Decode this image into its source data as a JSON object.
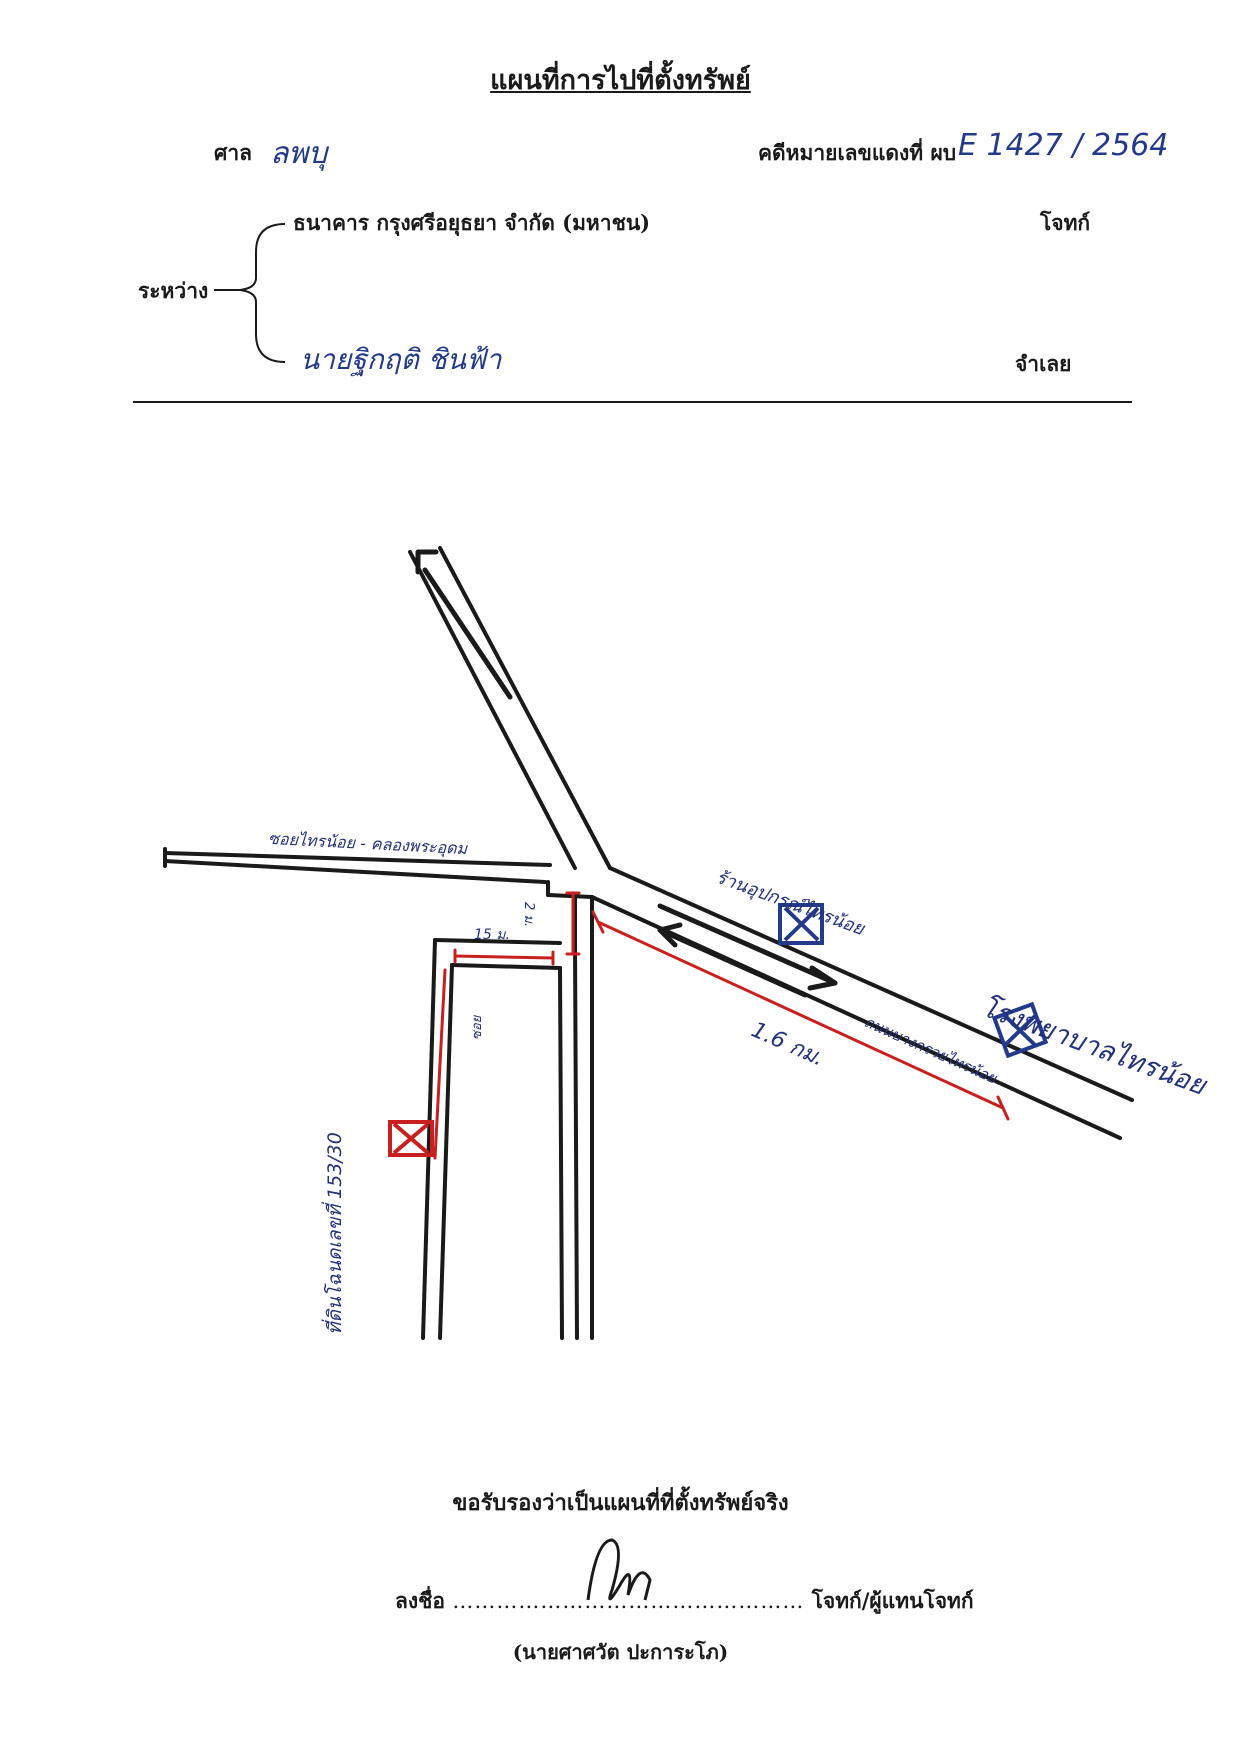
{
  "header": {
    "title": "แผนที่การไปที่ตั้งทรัพย์",
    "court_label": "ศาล",
    "court_value": "ลพบุ",
    "case_label": "คดีหมายเลขแดงที่ ผบ",
    "case_value": "E 1427 / 2564"
  },
  "parties": {
    "between_label": "ระหว่าง",
    "plaintiff_name": "ธนาคาร กรุงศรีอยุธยา จำกัด (มหาชน)",
    "plaintiff_role": "โจทก์",
    "defendant_name": "นายฐิกฤติ ชินฟ้า",
    "defendant_role": "จำเลย"
  },
  "map_labels": {
    "left_road": "ซอยไทรน้อย - คลองพระอุดม",
    "shop": "ร้านอุปกรณ์ไทรน้อย",
    "hospital": "โรงพยาบาลไทรน้อย",
    "main_road": "ถนนบางกรวยไทรน้อย",
    "main_distance": "1.6 กม.",
    "side_distance": "15 ม.",
    "side_short": "2 ม.",
    "soi_label": "ซอย",
    "property": "ที่ดินโฉนดเลขที่ 153/30"
  },
  "footer": {
    "certify": "ขอรับรองว่าเป็นแผนที่ที่ตั้งทรัพย์จริง",
    "sign_label": "ลงชื่อ",
    "dots": "…………………………………………",
    "sign_role": "โจทก์/ผู้แทนโจทก์",
    "signer_name": "(นายศาศวัต ปะการะโภ)"
  },
  "colors": {
    "ink": "#1a1a1a",
    "blue_pen": "#233a8a",
    "red_pen": "#c8201e"
  }
}
